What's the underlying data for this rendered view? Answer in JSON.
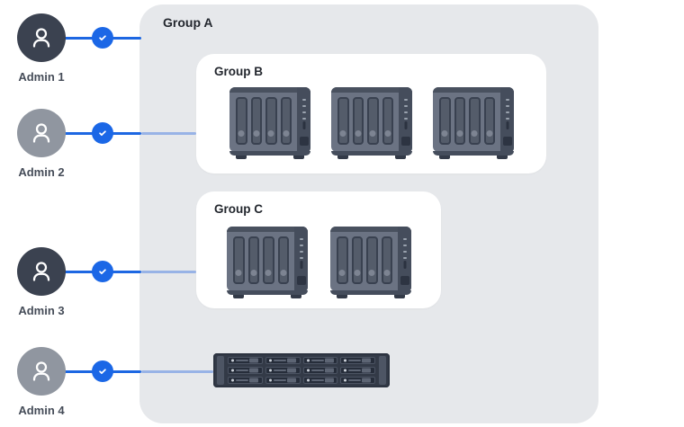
{
  "admins": [
    {
      "label": "Admin 1",
      "avatar_color": "#3b4250",
      "badge": "check",
      "connects_to": "Group A"
    },
    {
      "label": "Admin 2",
      "avatar_color": "#9096a0",
      "badge": "check",
      "connects_to": "Group B"
    },
    {
      "label": "Admin 3",
      "avatar_color": "#3b4250",
      "badge": "check",
      "connects_to": "Group C"
    },
    {
      "label": "Admin 4",
      "avatar_color": "#9096a0",
      "badge": "check",
      "connects_to": "Rackmount NAS"
    }
  ],
  "groups": {
    "a": {
      "label": "Group A"
    },
    "b": {
      "label": "Group B",
      "device_count": 3,
      "device_type": "4-bay tower NAS"
    },
    "c": {
      "label": "Group C",
      "device_count": 2,
      "device_type": "4-bay tower NAS"
    }
  },
  "rack": {
    "device_type": "rackmount NAS",
    "tray_count": 12,
    "tray_columns": 4,
    "tray_rows": 3
  },
  "icons": {
    "badge": "check-icon",
    "avatar": "person-icon"
  },
  "colors": {
    "accent_blue": "#1b67e6",
    "wire_outside_panel": "#1d67e2",
    "wire_inside_panel": "#98b3e6",
    "panel_bg": "#e6e8eb",
    "group_box_bg": "#ffffff",
    "group_label": "#23272e",
    "admin_label": "#454c58",
    "avatar_dark": "#3b4250",
    "avatar_light": "#9096a0",
    "device_body": "#6b7383",
    "device_dark": "#454d5c",
    "rack_body": "#333a47"
  }
}
